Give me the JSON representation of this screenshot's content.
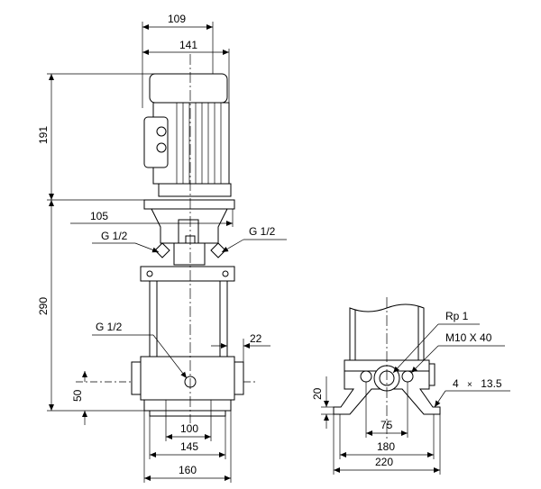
{
  "dimensions": {
    "motor_depth": "109",
    "motor_width": "141",
    "motor_height": "191",
    "pump_height": "290",
    "coupling_offset": "105",
    "port_offset": "22",
    "inlet_height": "50",
    "flange_bolt_spacing": "100",
    "flange_width": "145",
    "base_width": "160",
    "base_plate_height": "20",
    "base_hole_spacing": "75",
    "base_hole_centers": "180",
    "base_overall_width": "220"
  },
  "callouts": {
    "vent_left": "G 1/2",
    "vent_right": "G 1/2",
    "drain": "G 1/2",
    "pipe_thread": "Rp 1",
    "bolt_thread": "M10 X 40",
    "mounting_holes_count": "4",
    "times_symbol": "×",
    "mounting_holes_diameter": "13.5"
  }
}
